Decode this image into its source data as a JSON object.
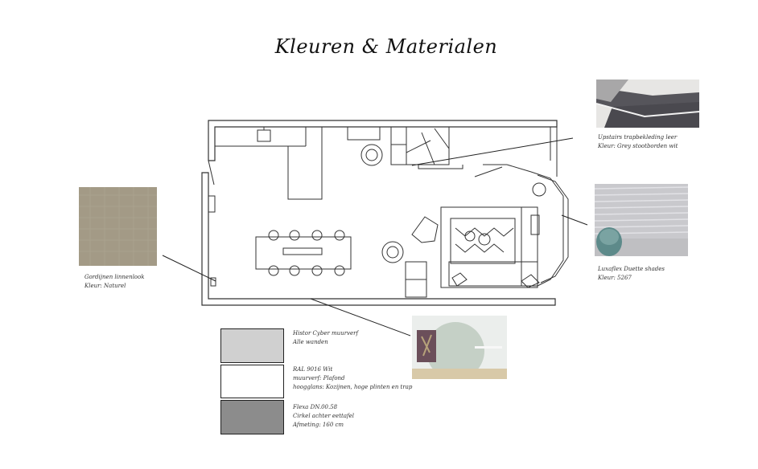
{
  "title": "Kleuren & Materialen",
  "materials": {
    "stairs": {
      "line1": "Upstairs trapbekleding leer",
      "line2": "Kleur: Grey stootborden wit"
    },
    "curtains": {
      "line1": "Gordijnen linnenlook",
      "line2": "Kleur: Naturel"
    },
    "shades": {
      "line1": "Luxaflex Duette shades",
      "line2": "Kleur: 5267"
    }
  },
  "swatches": [
    {
      "color": "#d0d0d0",
      "line1": "Histor Cyber muurverf",
      "line2": "Alle wanden",
      "line3": ""
    },
    {
      "color": "#ffffff",
      "line1": "RAL 9016 Wit",
      "line2": "muurverf: Plafond",
      "line3": "hoogglans: Kozijnen, hoge plinten en trap"
    },
    {
      "color": "#8c8c8c",
      "line1": "Flexa DN.00.58",
      "line2": "Cirkel achter eettafel",
      "line3": "Afmeting: 160 cm"
    }
  ],
  "colors": {
    "linen": "#a59b86",
    "stair_grey": "#55545a",
    "wall_green": "#c8d2c8"
  }
}
